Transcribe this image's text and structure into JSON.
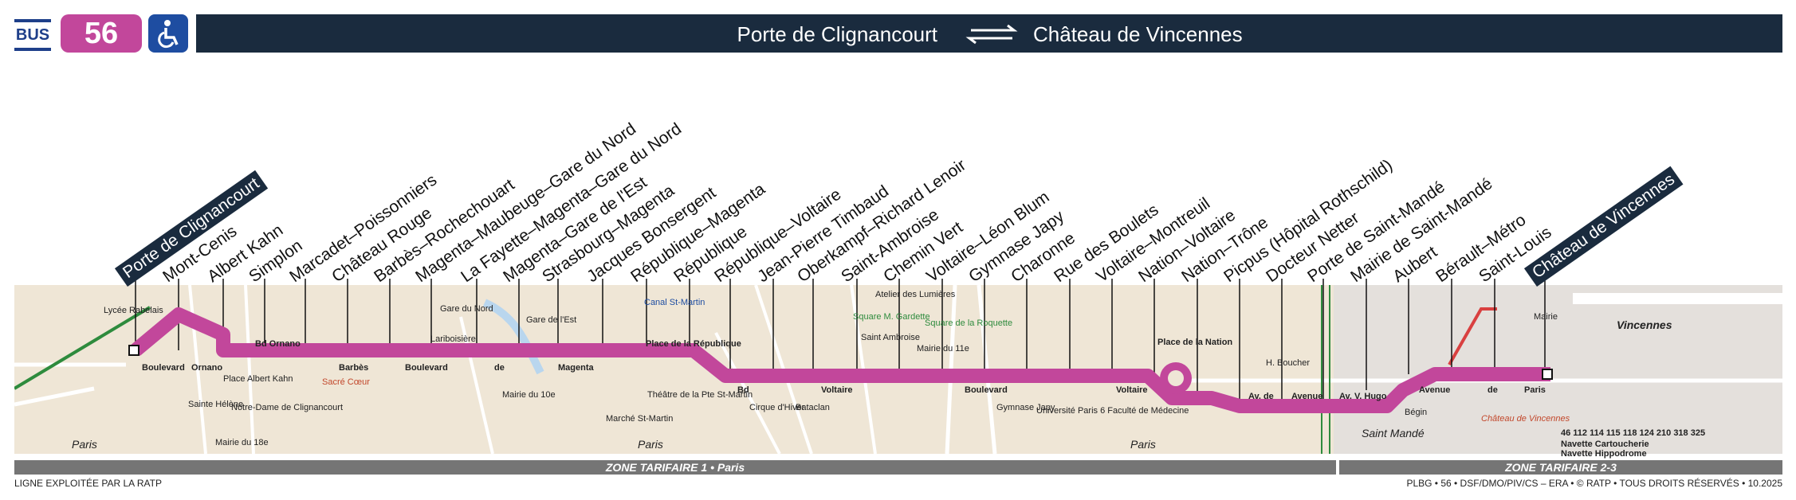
{
  "header": {
    "mode": "BUS",
    "line": "56",
    "from": "Porte de Clignancourt",
    "to": "Château de Vincennes"
  },
  "stops": [
    "Porte de Clignancourt",
    "Mont-Cenis",
    "Albert Kahn",
    "Simplon",
    "Marcadet–Poissonniers",
    "Château Rouge",
    "Barbès–Rochechouart",
    "Magenta–Maubeuge–Gare du Nord",
    "La Fayette–Magenta–Gare du Nord",
    "Magenta–Gare de l'Est",
    "Strasbourg–Magenta",
    "Jacques Bonsergent",
    "République–Magenta",
    "République",
    "République–Voltaire",
    "Jean-Pierre Timbaud",
    "Oberkampf–Richard Lenoir",
    "Saint-Ambroise",
    "Chemin Vert",
    "Voltaire–Léon Blum",
    "Gymnase Japy",
    "Charonne",
    "Rue des Boulets",
    "Voltaire–Montreuil",
    "Nation–Voltaire",
    "Nation–Trône",
    "Picpus (Hôpital Rothschild)",
    "Docteur Netter",
    "Porte de Saint-Mandé",
    "Mairie de Saint-Mandé",
    "Aubert",
    "Bérault–Métro",
    "Saint-Louis",
    "Château de Vincennes"
  ],
  "streets": [
    "Boulevard",
    "Ornano",
    "Bd Ornano",
    "Barbès",
    "Boulevard",
    "de",
    "Magenta",
    "Place de la République",
    "Bd",
    "Voltaire",
    "Boulevard",
    "Voltaire",
    "Place de la Nation",
    "Av. de",
    "Avenue",
    "Av. V. Hugo",
    "Avenue",
    "de",
    "Paris"
  ],
  "places": [
    "Paris",
    "Paris",
    "Paris",
    "Vincennes",
    "Saint Mandé",
    "Sacré Cœur",
    "Canal St-Martin",
    "Lycée Rabelais",
    "Gare du Nord",
    "Gare de l'Est",
    "Lariboisière",
    "Square M. Gardette",
    "Square de la Roquette",
    "Cirque d'Hiver",
    "Bataclan",
    "Université Paris 6 Faculté de Médecine",
    "H. Boucher",
    "Château de Vincennes",
    "Gymnase Japy",
    "Mairie du 18e",
    "Notre-Dame de Clignancourt",
    "Mairie du 10e",
    "Théâtre de la Pte St-Martin",
    "Mairie du 11e",
    "Atelier des Lumières",
    "Marché St-Martin",
    "Sainte Hélène",
    "Place Albert Kahn",
    "Saint Ambroise",
    "Bégin",
    "Mairie"
  ],
  "connections": "46 112 114 115 118 124 210 318 325",
  "navettes": [
    "Navette Cartoucherie",
    "Navette Hippodrome"
  ],
  "zones": [
    "ZONE TARIFAIRE 1 • Paris",
    "ZONE TARIFAIRE 2-3"
  ],
  "footer": {
    "left": "LIGNE EXPLOITÉE PAR LA RATP",
    "right": "PLBG • 56 • DSF/DMO/PIV/CS – ERA • © RATP • TOUS DROITS RÉSERVÉS • 10.2025"
  },
  "colors": {
    "line": "#c2479b",
    "header": "#1a2b3e",
    "accent": "#1e4da1",
    "map": "#efe6d6"
  }
}
